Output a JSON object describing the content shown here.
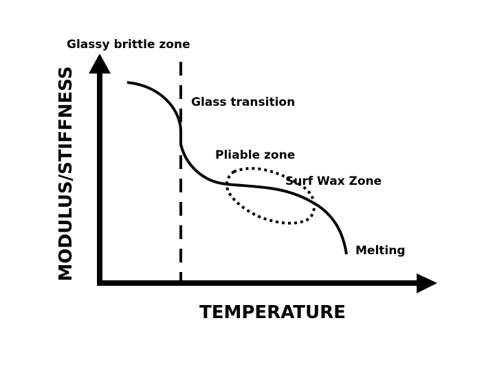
{
  "diagram": {
    "y_axis_label": "MODULUS/STIFFNESS",
    "x_axis_label": "TEMPERATURE",
    "zones": {
      "glassy": "Glassy brittle zone",
      "transition": "Glass transition",
      "pliable": "Pliable zone",
      "surf_wax": "Surf Wax Zone",
      "melting": "Melting"
    },
    "colors": {
      "ink": "#000000",
      "background": "#ffffff"
    }
  }
}
